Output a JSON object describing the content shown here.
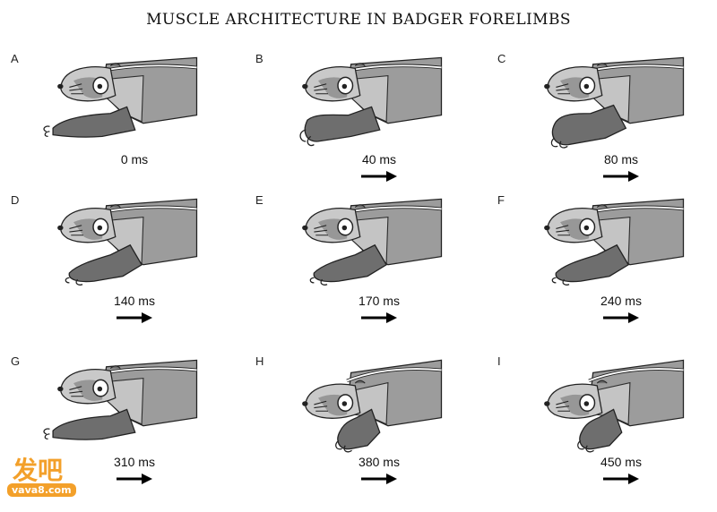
{
  "title": "MUSCLE ARCHITECTURE IN BADGER FORELIMBS",
  "colors": {
    "body_gray": "#9c9c9c",
    "light_gray": "#c9c9c9",
    "dark_gray": "#6e6e6e",
    "outline": "#222222",
    "stripe": "#ffffff",
    "watermark": "#f3a02a"
  },
  "panels": [
    {
      "letter": "A",
      "time": "0 ms",
      "arrow": false,
      "pose": "reach"
    },
    {
      "letter": "B",
      "time": "40 ms",
      "arrow": true,
      "pose": "curl"
    },
    {
      "letter": "C",
      "time": "80 ms",
      "arrow": true,
      "pose": "down"
    },
    {
      "letter": "D",
      "time": "140 ms",
      "arrow": true,
      "pose": "flat"
    },
    {
      "letter": "E",
      "time": "170 ms",
      "arrow": true,
      "pose": "flat"
    },
    {
      "letter": "F",
      "time": "240 ms",
      "arrow": true,
      "pose": "flat"
    },
    {
      "letter": "G",
      "time": "310 ms",
      "arrow": true,
      "pose": "reach"
    },
    {
      "letter": "H",
      "time": "380 ms",
      "arrow": true,
      "pose": "lowhead"
    },
    {
      "letter": "I",
      "time": "450 ms",
      "arrow": true,
      "pose": "lowhead"
    }
  ],
  "watermark": {
    "main": "发吧",
    "sub": "vava8.com"
  }
}
